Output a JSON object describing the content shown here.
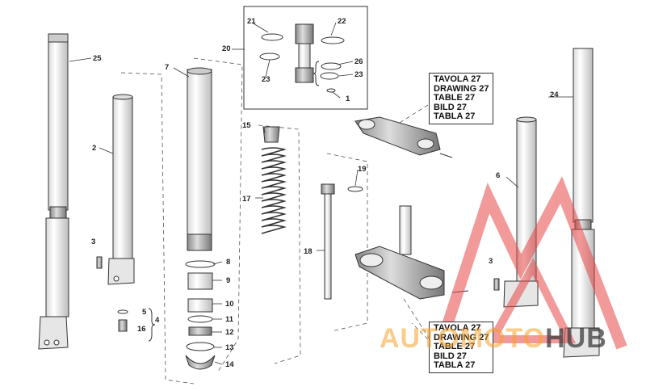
{
  "callouts": [
    "1",
    "2",
    "3",
    "3",
    "4",
    "5",
    "6",
    "7",
    "8",
    "9",
    "10",
    "11",
    "12",
    "13",
    "14",
    "15",
    "16",
    "17",
    "18",
    "19",
    "20",
    "21",
    "22",
    "23",
    "23",
    "24",
    "25",
    "26"
  ],
  "reference_box_top": [
    "TAVOLA 27",
    "DRAWING 27",
    "TABLE 27",
    "BILD 27",
    "TABLA 27"
  ],
  "reference_box_bottom": [
    "TAVOLA 27",
    "DRAWING 27",
    "TABLE 27",
    "BILD 27",
    "TABLA 27"
  ],
  "watermark": {
    "part1": "AU",
    "part2": "TOMOTO",
    "part3": "HUB"
  },
  "colors": {
    "line": "#333333",
    "part_fill": "#f2f2f2",
    "watermark_red": "#e84545",
    "watermark_orange": "#f5a028"
  }
}
